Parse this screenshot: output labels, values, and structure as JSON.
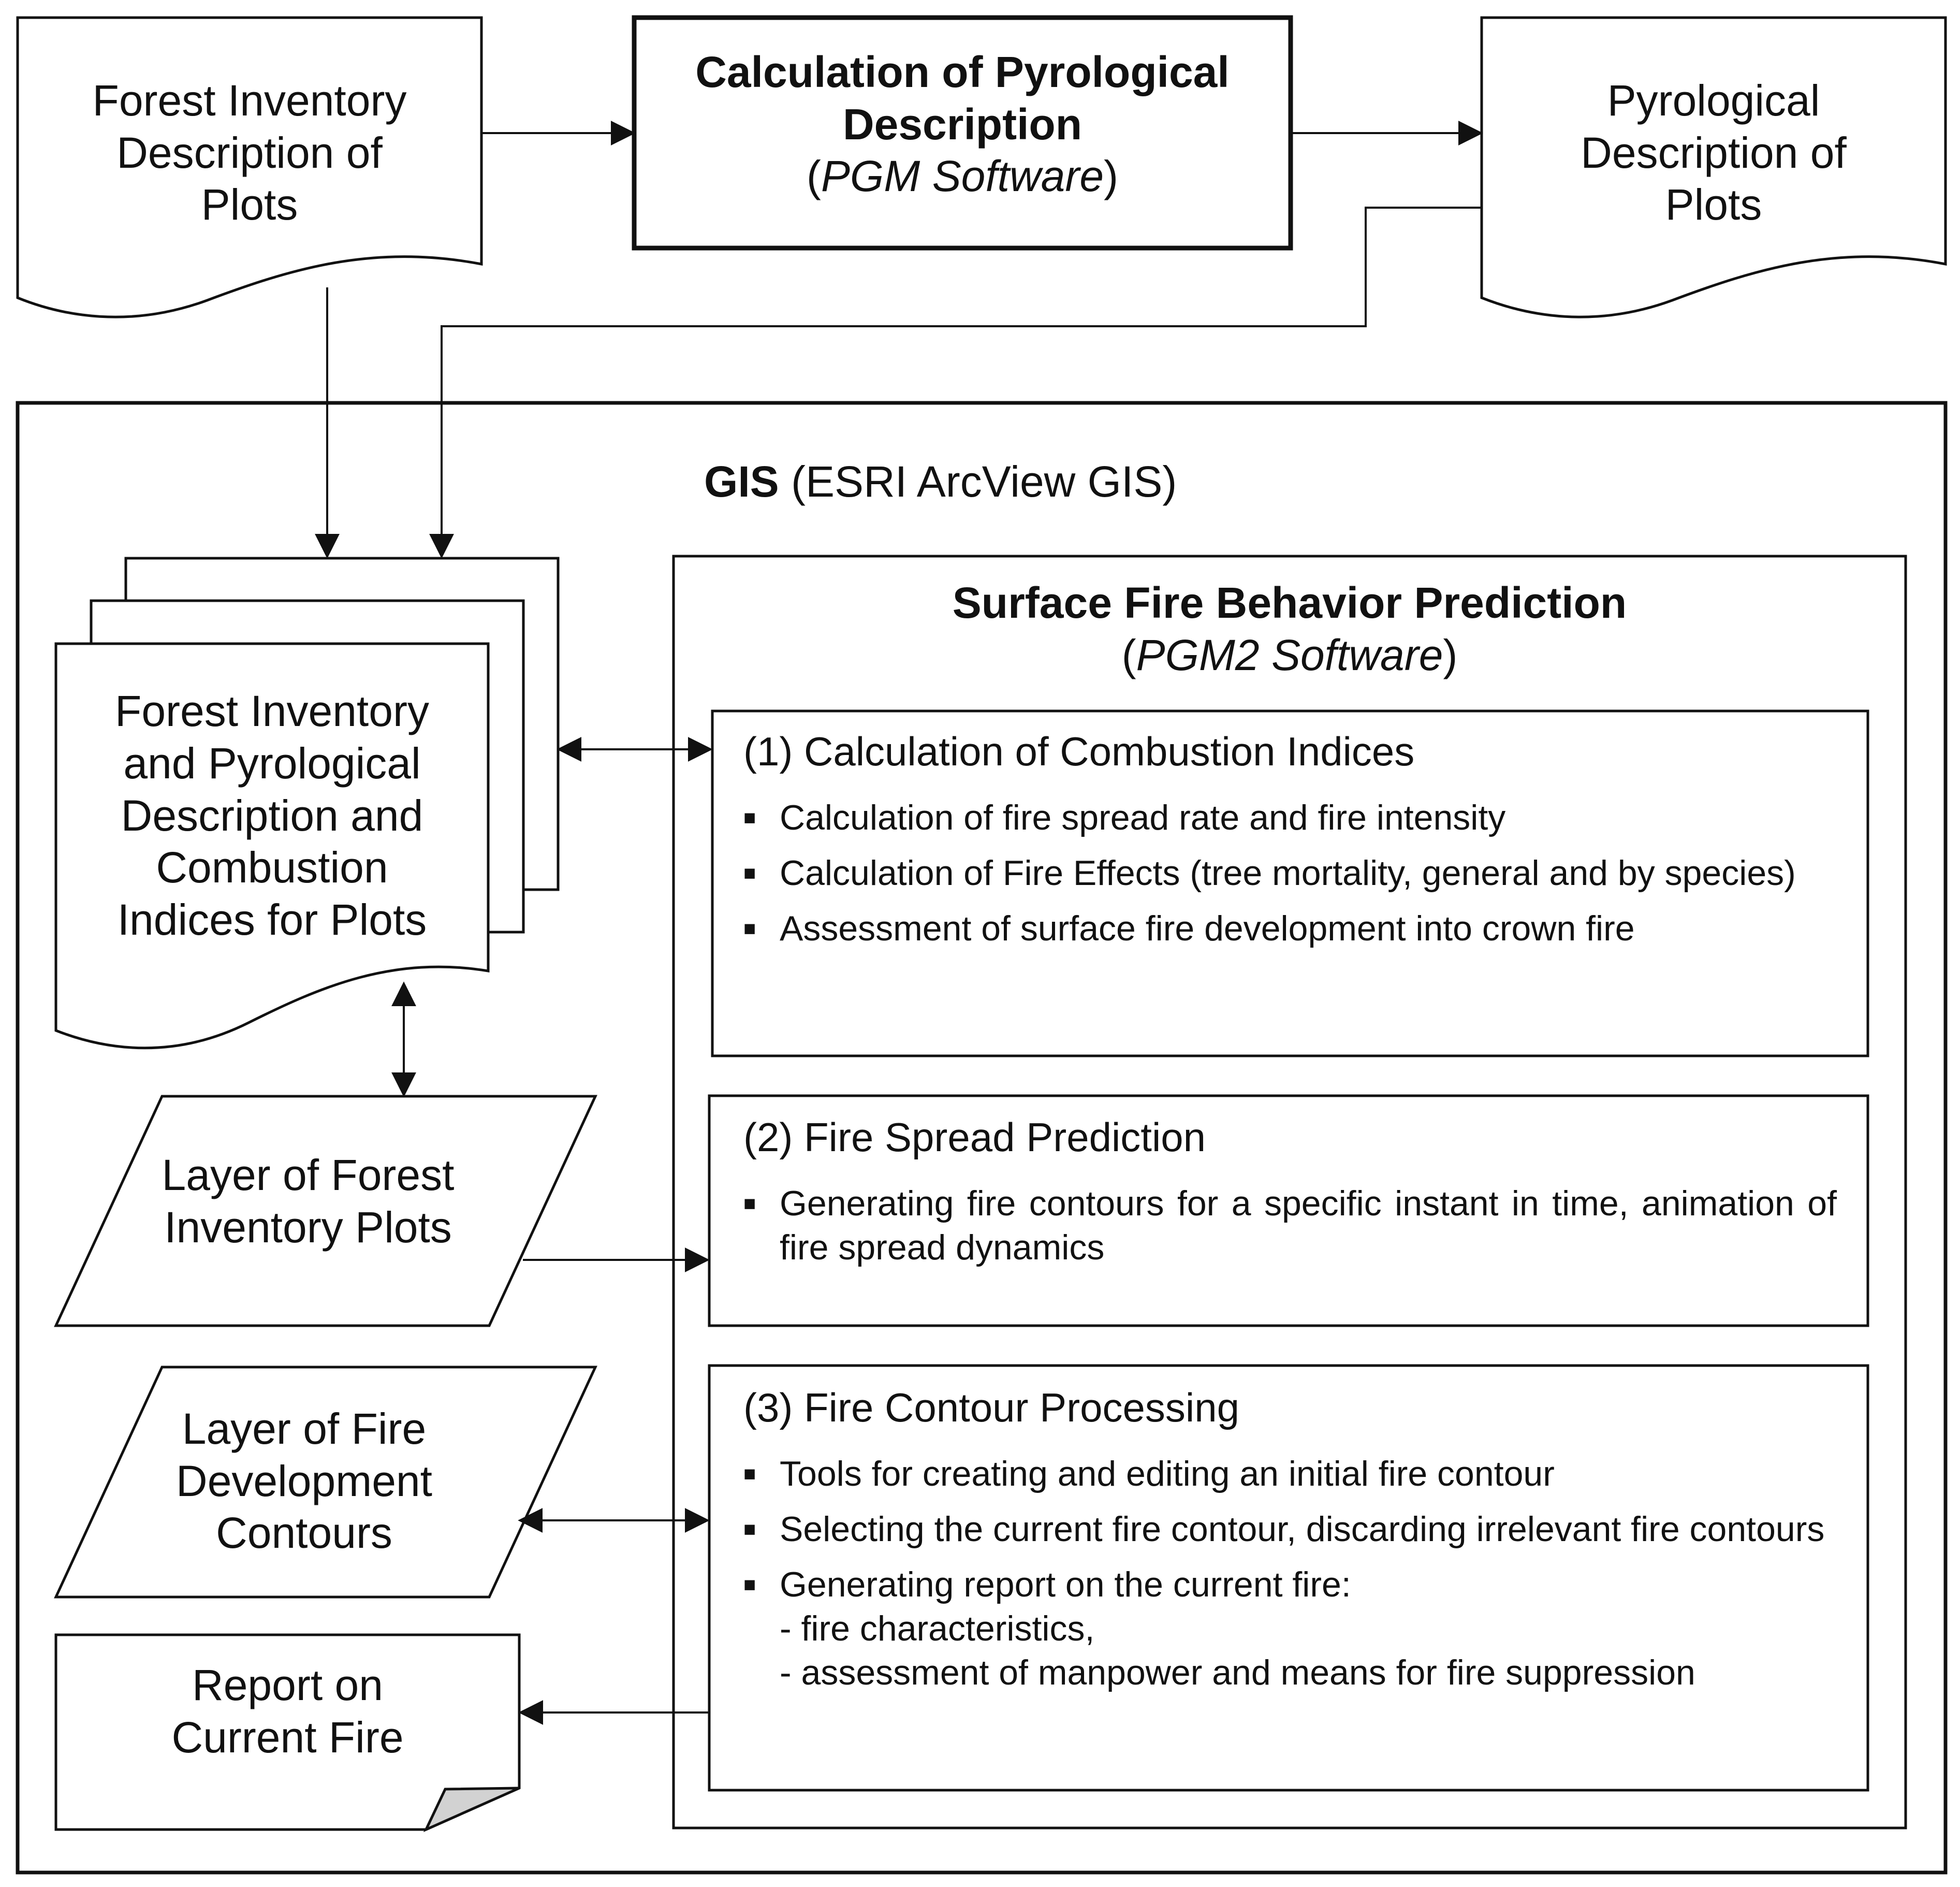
{
  "nodes": {
    "forest_inventory_desc": {
      "lines": [
        "Forest Inventory",
        "Description of",
        "Plots"
      ]
    },
    "calc_pyro": {
      "title_lines": [
        "Calculation of Pyrological",
        "Description"
      ],
      "software": "PGM Software"
    },
    "pyro_desc": {
      "lines": [
        "Pyrological",
        "Description of",
        "Plots"
      ]
    },
    "gis": {
      "title": "GIS",
      "subtitle": "(ESRI ArcView GIS)"
    },
    "combined_plots": {
      "lines": [
        "Forest Inventory",
        "and Pyrological",
        "Description and",
        "Combustion",
        "Indices for Plots"
      ]
    },
    "layer_forest": {
      "lines": [
        "Layer of Forest",
        "Inventory Plots"
      ]
    },
    "layer_fire": {
      "lines": [
        "Layer of Fire",
        "Development",
        "Contours"
      ]
    },
    "report": {
      "lines": [
        "Report on",
        "Current Fire"
      ]
    },
    "surface": {
      "title": "Surface Fire Behavior Prediction",
      "software": "PGM2 Software"
    },
    "box1": {
      "title": "(1) Calculation of Combustion Indices",
      "items": [
        "Calculation of fire spread rate and fire intensity",
        "Calculation of Fire Effects (tree mortality, general and by species)",
        "Assessment of surface fire development into crown fire"
      ]
    },
    "box2": {
      "title": "(2) Fire Spread Prediction",
      "items": [
        "Generating fire contours for a specific instant in time, animation of fire spread dynamics"
      ]
    },
    "box3": {
      "title": "(3) Fire Contour Processing",
      "items": [
        "Tools for creating and editing an initial fire contour",
        "Selecting the current fire contour, discarding irrelevant fire contours",
        "Generating report on the current fire:"
      ],
      "sub_items": [
        "- fire characteristics,",
        "- assessment of manpower and means for fire suppression"
      ]
    }
  }
}
